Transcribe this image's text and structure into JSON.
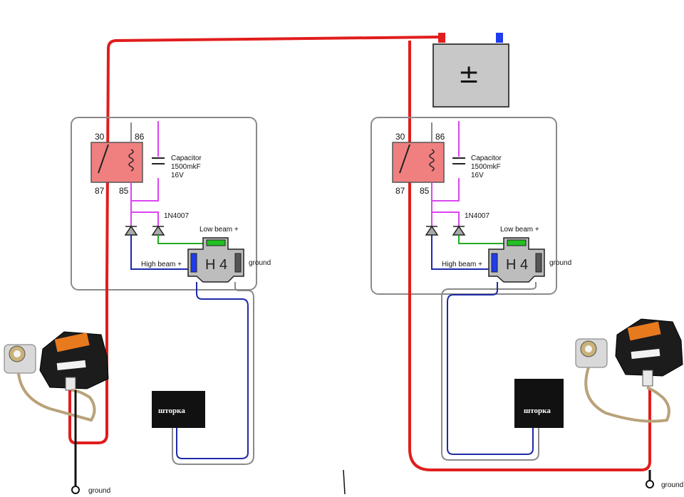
{
  "battery": {
    "symbol": "±"
  },
  "circuits": [
    {
      "id": "left",
      "relay": {
        "pin30": "30",
        "pin86": "86",
        "pin87": "87",
        "pin85": "85"
      },
      "capacitor": {
        "name": "Capacitor",
        "value": "1500mkF",
        "voltage": "16V"
      },
      "diode": {
        "part": "1N4007"
      },
      "connector": {
        "label": "H 4",
        "low_beam": "Low beam +",
        "high_beam": "High beam +",
        "ground": "ground"
      },
      "shutter": {
        "label": "шторка"
      },
      "ballast_ground": "ground"
    },
    {
      "id": "right",
      "relay": {
        "pin30": "30",
        "pin86": "86",
        "pin87": "87",
        "pin85": "85"
      },
      "capacitor": {
        "name": "Capacitor",
        "value": "1500mkF",
        "voltage": "16V"
      },
      "diode": {
        "part": "1N4007"
      },
      "connector": {
        "label": "H 4",
        "low_beam": "Low beam +",
        "high_beam": "High beam +",
        "ground": "ground"
      },
      "shutter": {
        "label": "шторка"
      },
      "ballast_ground": "ground"
    }
  ],
  "colors": {
    "positive_wire": "#e11d1d",
    "relay_body": "#f08080",
    "coil_wire": "#d946ef",
    "high_beam_wire": "#1e2aa8",
    "low_beam_wire": "#22aa22",
    "ground_wire": "#111111",
    "frame": "#8a8a8a",
    "battery_body": "#c8c8c8"
  }
}
